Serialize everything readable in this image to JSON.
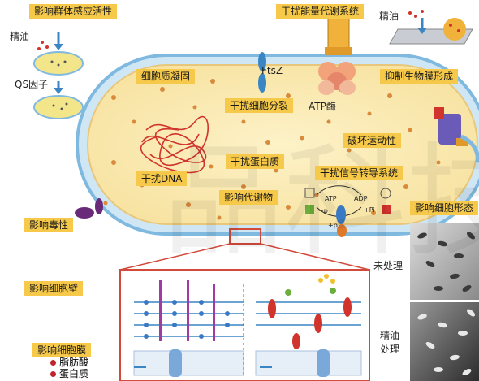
{
  "labels": {
    "qs_sensing": "影响群体感应活性",
    "energy_metabolism": "干扰能量代谢系统",
    "cytoplasm_coagulation": "细胞质凝固",
    "ftsz": "FtsZ",
    "biofilm": "抑制生物膜形成",
    "cell_division": "干扰细胞分裂",
    "atpase": "ATP酶",
    "motility": "破坏运动性",
    "protein": "干扰蛋白质",
    "dna": "干扰DNA",
    "signal_transduction": "干扰信号转导系统",
    "metabolites": "影响代谢物",
    "morphology": "影响细胞形态",
    "toxicity": "影响毒性",
    "cell_wall": "影响细胞壁",
    "cell_membrane": "影响细胞膜",
    "fatty_acid": "脂肪酸",
    "membrane_protein": "蛋白质",
    "essential_oil_left": "精油",
    "qs_factor": "QS因子",
    "essential_oil_right": "精油",
    "untreated": "未处理",
    "oil_treated_1": "精油",
    "oil_treated_2": "处理",
    "atp": "ATP",
    "adp": "ADP",
    "p_i": "+Pi",
    "p1": "+p",
    "p2": "+p"
  },
  "watermark": "品科技",
  "colors": {
    "label_bg": "#f6c94a",
    "cell_fill": "#fbeec0",
    "cell_edge": "#7fb9e0",
    "dot": "#d98a3a",
    "zoom_box": "#d24a3a"
  }
}
